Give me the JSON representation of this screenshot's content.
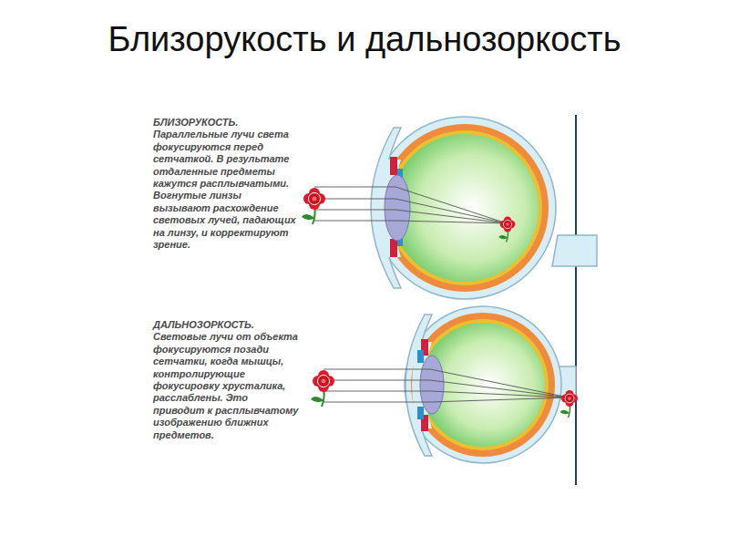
{
  "diagram": {
    "title": "Близорукость и дальнозоркость",
    "labels": [
      "БЛИЗОРУКОСТЬ.",
      "Параллельные лучи света фокусируются перед сетчаткой. В результате отдаленные предметы кажутся расплывчатыми. Вогнутые линзы вызывают расхождение световых лучей, падающих на линзу, и корректируют зрение.",
      "ДАЛЬНОЗОРКОСТЬ.",
      "Световые лучи от объекта фокусируются позади сетчатки, когда мышцы, контролирующие фокусировку хрусталика, расслаблены. Это приводит к расплывчатому изображению ближних предметов."
    ]
  }
}
